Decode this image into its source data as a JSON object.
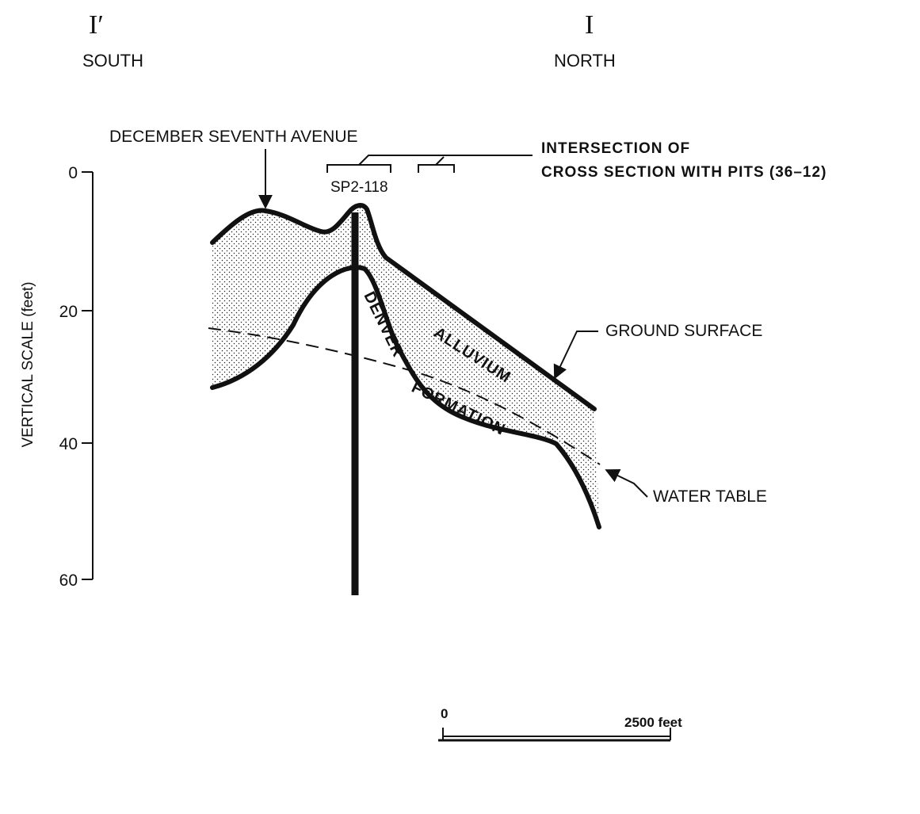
{
  "section": {
    "left_marker": "I′",
    "left_direction": "SOUTH",
    "right_marker": "I",
    "right_direction": "NORTH"
  },
  "labels": {
    "street": "DECEMBER SEVENTH AVENUE",
    "pits_line1": "INTERSECTION OF",
    "pits_line2": "CROSS SECTION WITH PITS (36–12)",
    "well_id": "SP2-118",
    "ground_surface": "GROUND SURFACE",
    "water_table": "WATER TABLE",
    "alluvium": "ALLUVIUM",
    "denver": "DENVER",
    "formation": "FORMATION"
  },
  "vertical_axis": {
    "title": "VERTICAL SCALE (feet)",
    "ticks": [
      "0",
      "20",
      "40",
      "60"
    ]
  },
  "horizontal_scale": {
    "start": "0",
    "end": "2500 feet"
  }
}
